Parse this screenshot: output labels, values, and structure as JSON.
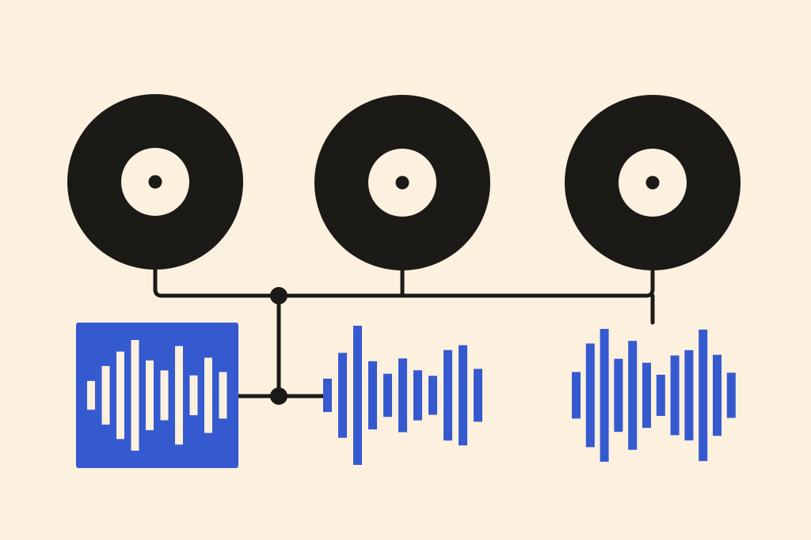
{
  "colors": {
    "background": "#fcf0de",
    "record": "#1b1a17",
    "label": "#fcf0de",
    "spindle": "#1b1a17",
    "wire": "#1b1a17",
    "node": "#1b1a17",
    "wave_blue": "#3559cf",
    "panel_bar": "#fcf0de"
  },
  "records": [
    {
      "name": "vinyl-record-left-icon"
    },
    {
      "name": "vinyl-record-center-icon"
    },
    {
      "name": "vinyl-record-right-icon"
    }
  ],
  "waveform_panel": {
    "icon": "waveform-icon",
    "bar_levels": [
      0.26,
      0.53,
      0.79,
      1.0,
      0.63,
      0.45,
      0.89,
      0.36,
      0.68,
      0.42
    ]
  },
  "waveforms": [
    {
      "icon": "waveform-icon",
      "bar_levels": [
        0.24,
        0.61,
        1.0,
        0.49,
        0.31,
        0.53,
        0.36,
        0.28,
        0.65,
        0.72,
        0.38
      ]
    },
    {
      "icon": "waveform-icon",
      "bar_levels": [
        0.35,
        0.78,
        1.0,
        0.55,
        0.82,
        0.49,
        0.31,
        0.6,
        0.68,
        0.99,
        0.61,
        0.34
      ]
    }
  ]
}
